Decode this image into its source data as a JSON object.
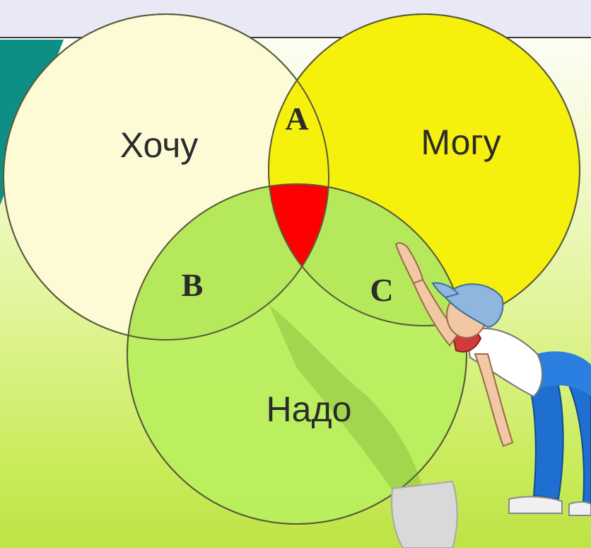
{
  "diagram": {
    "sets": [
      {
        "label": "Хочу",
        "color": "#fdfbd6"
      },
      {
        "label": "Могу",
        "color": "#f6f10c"
      },
      {
        "label": "Надо",
        "color": "#b8ef5e"
      }
    ],
    "regions": {
      "a": "A",
      "b": "B",
      "c": "C",
      "center_color": "#ff0000"
    }
  },
  "decor": {
    "teal_color": "#0e8f86",
    "person_icon": "person-pointing-icon"
  }
}
